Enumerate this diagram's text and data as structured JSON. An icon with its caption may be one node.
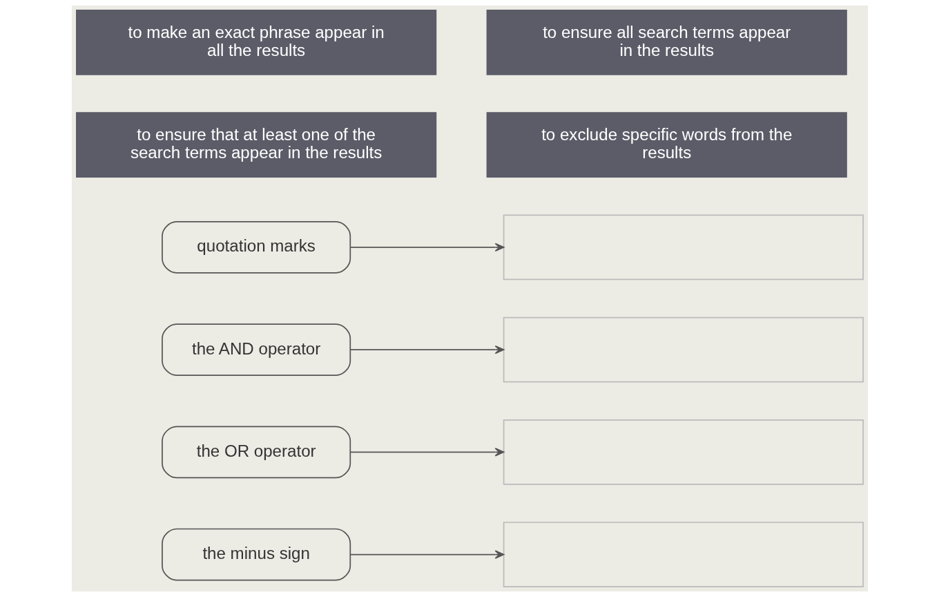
{
  "diagram": {
    "nodes": [
      {
        "text": [
          "to make an exact phrase appear in all the results"
        ]
      },
      {
        "text": [
          "to ensure all search terms appear in the results"
        ]
      },
      {
        "text": [
          "to ensure that at least one of the search terms appear in the results"
        ]
      },
      {
        "text": [
          "to exclude specific words from the results"
        ]
      },
      {
        "text": [
          "quotation marks"
        ]
      },
      {
        "text": [],
        "shape": "box"
      },
      {
        "text": [
          "the AND operator"
        ]
      },
      {
        "text": [],
        "shape": "box"
      },
      {
        "text": [
          "the OR operator"
        ]
      },
      {
        "text": [],
        "shape": "box"
      },
      {
        "text": [
          "the minus sign"
        ]
      },
      {
        "text": [],
        "shape": "box"
      }
    ],
    "edges": [
      {
        "from": 4,
        "to": 5,
        "arrow": "to"
      },
      {
        "from": 6,
        "to": 7,
        "arrow": "to"
      },
      {
        "from": 8,
        "to": 9,
        "arrow": "to"
      },
      {
        "from": 10,
        "to": 11,
        "arrow": "to"
      }
    ]
  }
}
